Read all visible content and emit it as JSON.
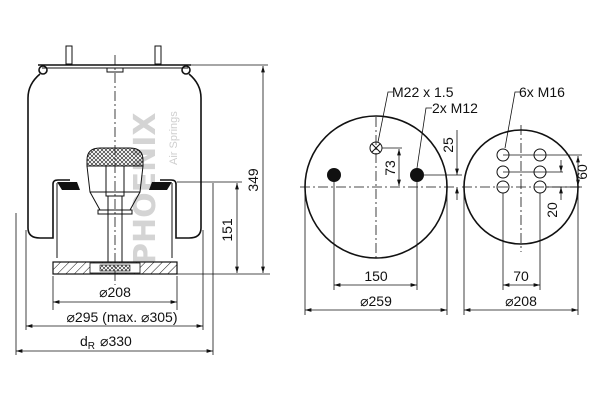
{
  "watermark": {
    "brand": "PHOENIX",
    "subtitle": "Air Springs",
    "color": "#d4d4d4"
  },
  "side_view": {
    "height_total": "349",
    "height_piston": "151",
    "dia_piston": "⌀208",
    "dia_bellow": "⌀295 (max. ⌀305)",
    "dia_roll_label": "d",
    "dia_roll_sub": "R",
    "dia_roll": "⌀330"
  },
  "top_plate": {
    "port_label": "M22 x 1.5",
    "studs_label": "2x M12",
    "dim_port_offset": "73",
    "dim_studs_offset": "25",
    "dim_studs_spacing": "150",
    "dia_plate": "⌀259"
  },
  "bottom_plate": {
    "holes_label": "6x M16",
    "dim_hole_span": "60",
    "dim_hole_offset": "20",
    "dim_hole_spacing": "70",
    "dia_plate": "⌀208"
  }
}
